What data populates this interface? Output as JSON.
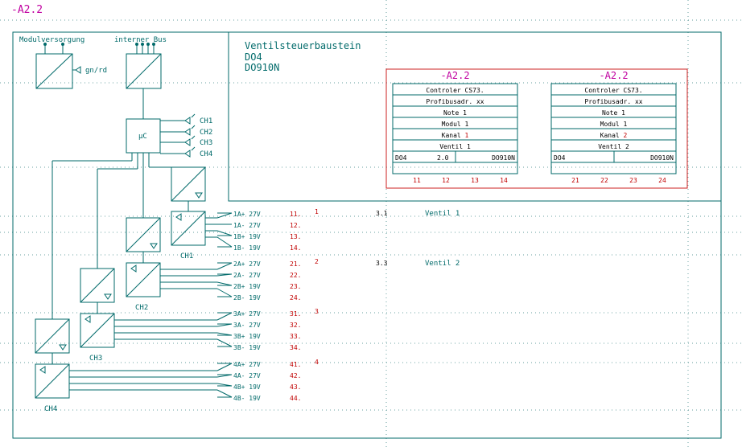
{
  "sheet": {
    "title_ref": "-A2.2",
    "header_left": "Modulversorgung",
    "header_right": "interner Bus",
    "module_title": [
      "Ventilsteuerbaustein",
      "DO4",
      "DO910N"
    ],
    "supply_label": "gn/rd",
    "uc_label": "µC"
  },
  "led_channels": [
    "CH1",
    "CH2",
    "CH3",
    "CH4"
  ],
  "channel_labels": [
    "CH1",
    "CH2",
    "CH3",
    "CH4"
  ],
  "terminals": [
    {
      "label": "1A+ 27V",
      "num": "11.",
      "group": "1"
    },
    {
      "label": "1A- 27V",
      "num": "12.",
      "group": ""
    },
    {
      "label": "1B+ 19V",
      "num": "13.",
      "group": ""
    },
    {
      "label": "1B- 19V",
      "num": "14.",
      "group": ""
    },
    {
      "label": "2A+ 27V",
      "num": "21.",
      "group": "2"
    },
    {
      "label": "2A- 27V",
      "num": "22.",
      "group": ""
    },
    {
      "label": "2B+ 19V",
      "num": "23.",
      "group": ""
    },
    {
      "label": "2B- 19V",
      "num": "24.",
      "group": ""
    },
    {
      "label": "3A+ 27V",
      "num": "31.",
      "group": "3"
    },
    {
      "label": "3A- 27V",
      "num": "32.",
      "group": ""
    },
    {
      "label": "3B+ 19V",
      "num": "33.",
      "group": ""
    },
    {
      "label": "3B- 19V",
      "num": "34.",
      "group": ""
    },
    {
      "label": "4A+ 27V",
      "num": "41.",
      "group": "4"
    },
    {
      "label": "4A- 27V",
      "num": "42.",
      "group": ""
    },
    {
      "label": "4B+ 19V",
      "num": "43.",
      "group": ""
    },
    {
      "label": "4B- 19V",
      "num": "44.",
      "group": ""
    }
  ],
  "refs": [
    {
      "ref": "3.1",
      "label": "Ventil 1"
    },
    {
      "ref": "3.3",
      "label": "Ventil 2"
    }
  ],
  "blocks": [
    {
      "title": "-A2.2",
      "rows": [
        "Controler CS73.",
        "Profibusadr. xx",
        "Note 1",
        "Modul 1"
      ],
      "kanal_prefix": "Kanal ",
      "kanal_num": "1",
      "ventil": "Ventil 1",
      "bottom": [
        "DO4",
        "2.0",
        "DO910N"
      ],
      "pins": [
        "11",
        "12",
        "13",
        "14"
      ]
    },
    {
      "title": "-A2.2",
      "rows": [
        "Controler CS73.",
        "Profibusadr. xx",
        "Note 1",
        "Modul 1"
      ],
      "kanal_prefix": "Kanal ",
      "kanal_num": "2",
      "ventil": "Ventil 2",
      "bottom": [
        "DO4",
        "",
        "DO910N"
      ],
      "pins": [
        "21",
        "22",
        "23",
        "24"
      ]
    }
  ],
  "colors": {
    "line": "#006a6a",
    "red": "#c00000",
    "magenta": "#c000a0",
    "border": "#cc2222",
    "grid": "#6aa0a0"
  }
}
